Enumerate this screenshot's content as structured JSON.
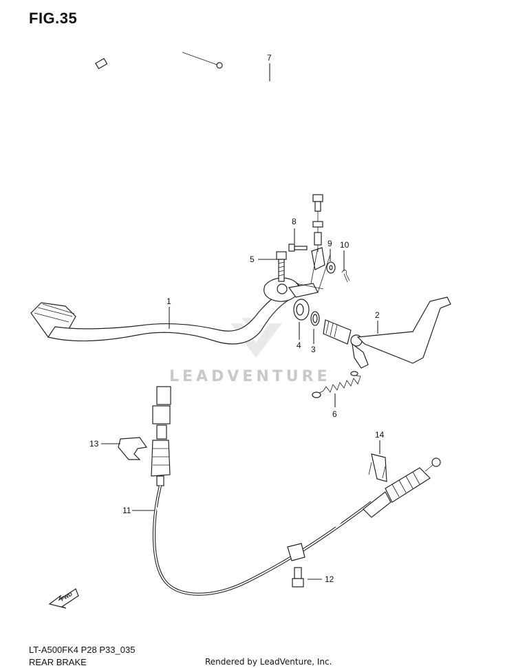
{
  "figure": {
    "title": "FIG.35",
    "model_code": "LT-A500FK4 P28 P33_035",
    "group_name": "REAR BRAKE",
    "rendered_by": "Rendered by LeadVenture, Inc.",
    "watermark": "LEADVENTURE",
    "direction_marker": "FWD"
  },
  "callouts": [
    "1",
    "2",
    "3",
    "4",
    "5",
    "6",
    "7",
    "8",
    "9",
    "10",
    "11",
    "12",
    "13",
    "14"
  ]
}
